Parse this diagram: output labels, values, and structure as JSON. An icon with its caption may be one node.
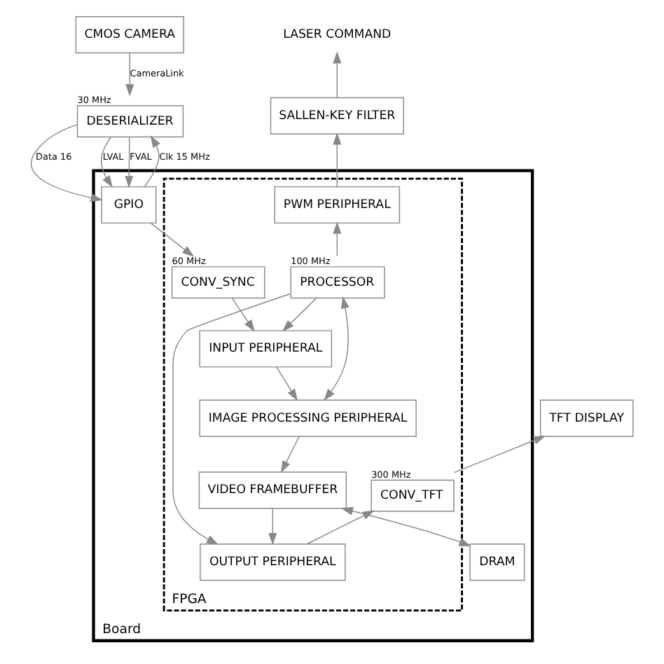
{
  "diagram": {
    "nodes": [
      {
        "text": [
          "CMOS CAMERA"
        ]
      },
      {
        "text": [
          "DESERIALIZER"
        ],
        "beside": [
          "30 MHz"
        ]
      },
      {
        "text": [
          "LASER COMMAND"
        ]
      },
      {
        "text": [
          "SALLEN-KEY FILTER"
        ]
      },
      {
        "text": [
          "TFT DISPLAY"
        ]
      },
      {
        "text": [
          "Board"
        ]
      },
      {
        "text": [
          "FPGA"
        ],
        "in": 5
      },
      {
        "text": [
          "GPIO"
        ],
        "in": 5
      },
      {
        "text": [
          "PWM PERIPHERAL"
        ],
        "in": 6
      },
      {
        "text": [
          "PROCESSOR"
        ],
        "in": 6,
        "beside": [
          "100 MHz"
        ]
      },
      {
        "text": [
          "CONV_TFT"
        ],
        "in": 6,
        "beside": [
          "300 MHz"
        ]
      },
      {
        "text": [
          "CONV_SYNC"
        ],
        "in": 6,
        "beside": [
          "60 MHz"
        ]
      },
      {
        "text": [
          "INPUT PERIPHERAL"
        ],
        "in": 6
      },
      {
        "text": [
          "IMAGE PROCESSING PERIPHERAL"
        ],
        "in": 6
      },
      {
        "text": [
          "VIDEO FRAMEBUFFER"
        ],
        "in": 6
      },
      {
        "text": [
          "OUTPUT PERIPHERAL"
        ],
        "in": 6
      },
      {
        "text": [
          "DRAM"
        ],
        "in": 5
      }
    ],
    "edges": [
      {
        "from": 0,
        "to": 1,
        "arrow": "to",
        "label": "CameraLink"
      },
      {
        "from": 1,
        "to": 7,
        "arrow": "to",
        "label": "Data 16"
      },
      {
        "from": 1,
        "to": 7,
        "arrow": "to",
        "label": "LVAL"
      },
      {
        "from": 1,
        "to": 7,
        "arrow": "to",
        "label": "FVAL"
      },
      {
        "from": 7,
        "to": 1,
        "arrow": "to",
        "label": "Clk 15 MHz"
      },
      {
        "from": 3,
        "to": 2,
        "arrow": "to"
      },
      {
        "from": 8,
        "to": 3,
        "arrow": "to"
      },
      {
        "from": 10,
        "to": 4,
        "arrow": "to"
      },
      {
        "from": 7,
        "to": 11,
        "arrow": "to"
      },
      {
        "from": 9,
        "to": 8,
        "arrow": "to"
      },
      {
        "from": 11,
        "to": 12,
        "arrow": "to"
      },
      {
        "from": 9,
        "to": 12,
        "arrow": "to"
      },
      {
        "from": 9,
        "to": 13,
        "arrow": "both"
      },
      {
        "from": 9,
        "to": 15,
        "arrow": "to"
      },
      {
        "from": 12,
        "to": 13,
        "arrow": "to"
      },
      {
        "from": 13,
        "to": 14,
        "arrow": "to"
      },
      {
        "from": 14,
        "to": 15,
        "arrow": "to"
      },
      {
        "from": 15,
        "to": 10,
        "arrow": "to"
      },
      {
        "from": 14,
        "to": 16,
        "arrow": "both"
      }
    ]
  }
}
